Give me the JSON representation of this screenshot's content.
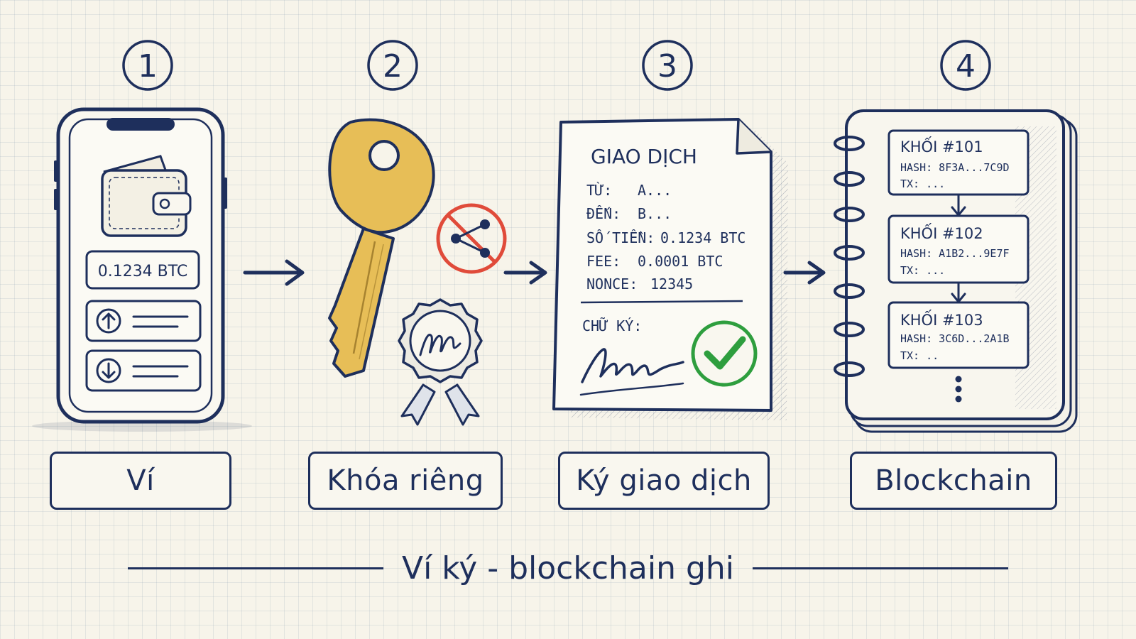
{
  "steps": [
    {
      "number": "1",
      "label": "Ví"
    },
    {
      "number": "2",
      "label": "Khóa riêng"
    },
    {
      "number": "3",
      "label": "Ký giao dịch"
    },
    {
      "number": "4",
      "label": "Blockchain"
    }
  ],
  "wallet": {
    "balance": "0.1234 BTC"
  },
  "transaction": {
    "title": "GIAO DỊCH",
    "rows": [
      {
        "key": "TỪ:",
        "value": "A..."
      },
      {
        "key": "ĐẾN:",
        "value": "B..."
      },
      {
        "key": "SỐ TIỀN:",
        "value": "0.1234 BTC"
      },
      {
        "key": "FEE:",
        "value": "0.0001 BTC"
      },
      {
        "key": "NONCE:",
        "value": "12345"
      }
    ],
    "signature_label": "CHỮ KÝ:"
  },
  "blocks": [
    {
      "title": "KHỐI #101",
      "hash": "HASH:  8F3A...7C9D",
      "tx": "TX: ..."
    },
    {
      "title": "KHỐI #102",
      "hash": "HASH:  A1B2...9E7F",
      "tx": "TX: ..."
    },
    {
      "title": "KHỐI #103",
      "hash": "HASH:  3C6D...2A1B",
      "tx": "TX: .."
    }
  ],
  "caption": "Ví ký - blockchain ghi",
  "colors": {
    "ink": "#1e2f5c",
    "key_gold": "#e7be57",
    "no_share_red": "#e04b3a",
    "check_green": "#2e9e3e",
    "paper": "#f7f4ea"
  },
  "icons": [
    "smartphone-icon",
    "wallet-icon",
    "send-up-icon",
    "receive-down-icon",
    "key-icon",
    "no-share-icon",
    "seal-badge-icon",
    "document-icon",
    "check-icon",
    "notebook-icon"
  ]
}
